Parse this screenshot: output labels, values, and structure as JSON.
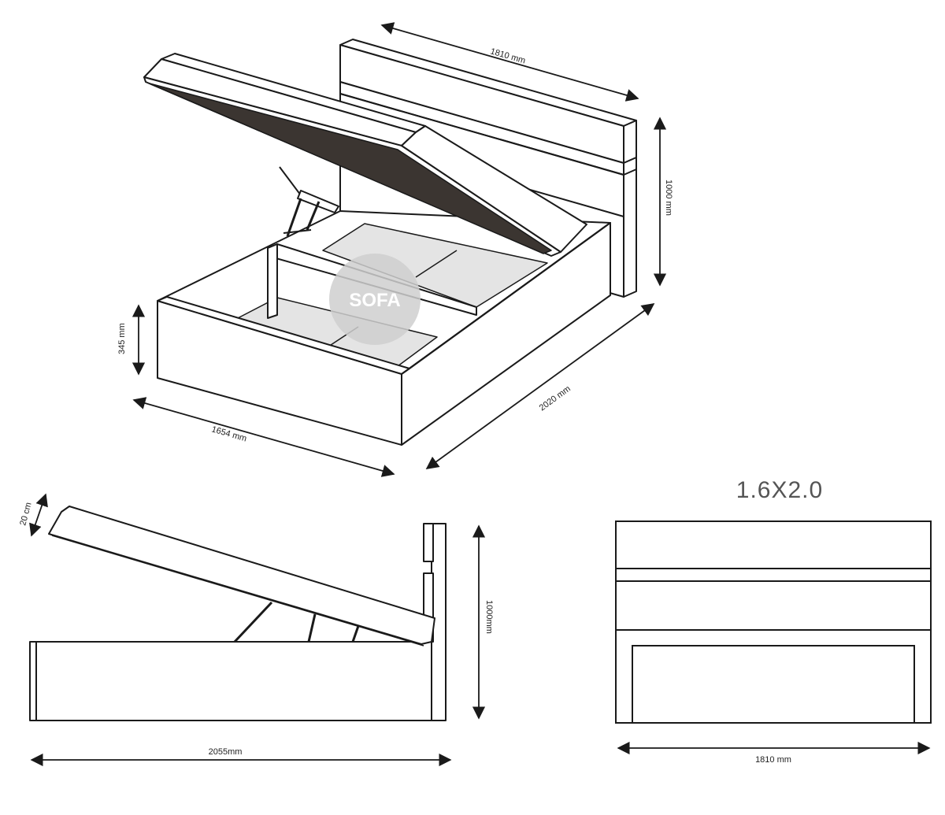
{
  "diagram": {
    "size_label": "1.6X2.0",
    "logo_text": "SOFA",
    "isometric": {
      "headboard_width": "1810  mm",
      "headboard_height": "1000 mm",
      "base_height": "345 mm",
      "base_width": "1654 mm",
      "length": "2020 mm"
    },
    "side_view": {
      "lid_thickness": "20 cm",
      "headboard_height": "1000mm",
      "length": "2055mm"
    },
    "front_view": {
      "width": "1810 mm"
    }
  },
  "colors": {
    "line": "#1a1a1a",
    "lid_underside": "#3b3531",
    "slat": "#e4e4e4",
    "logo_circle": "#cfcfcf"
  }
}
